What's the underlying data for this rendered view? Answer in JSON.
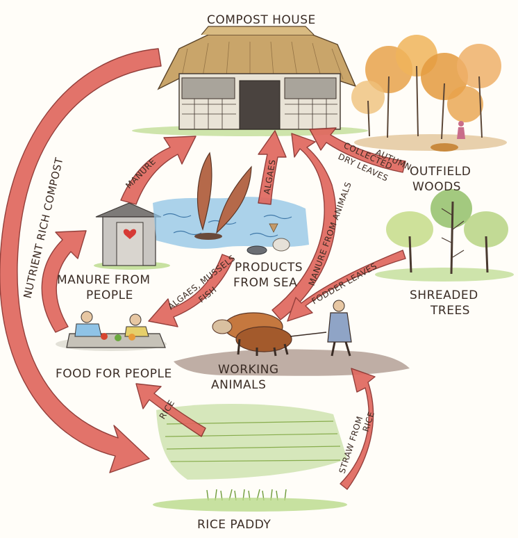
{
  "nodes": {
    "compost_house": "COMPOST HOUSE",
    "outfield_woods": [
      "OUTFIELD",
      "WOODS"
    ],
    "shredded_trees": [
      "SHREADED",
      "TREES"
    ],
    "manure_from_people": [
      "MANURE FROM",
      "PEOPLE"
    ],
    "products_from_sea": [
      "PRODUCTS",
      "FROM SEA"
    ],
    "food_for_people": "FOOD FOR PEOPLE",
    "working_animals": [
      "WORKING",
      "ANIMALS"
    ],
    "rice_paddy": "RICE PADDY"
  },
  "arrows": {
    "nutrient_rich_compost": "NUTRIENT RICH COMPOST",
    "manure": "MANURE",
    "algaes": "ALGAES",
    "autumn_leaves": [
      "AUTUMN",
      "COLLECTED",
      "DRY LEAVES"
    ],
    "manure_from_animals": "MANURE FROM ANIMALS",
    "fodder_leaves": "FODDER LEAVES",
    "algaes_mussels_fish": [
      "ALGAES, MUSSELS",
      "FISH"
    ],
    "rice": "RICE",
    "straw_from_rice": [
      "STRAW FROM",
      "RICE"
    ]
  },
  "colors": {
    "arrow_fill": "#e0685f",
    "arrow_stroke": "#8a2f2b",
    "ink": "#3a2c25",
    "water": "#8fc3e6",
    "grass": "#9cc25a",
    "thatch": "#c9a56a",
    "autumn": "#e8a24b"
  }
}
